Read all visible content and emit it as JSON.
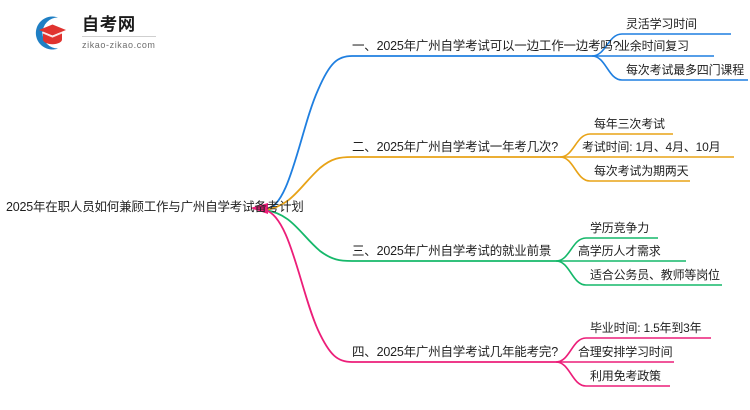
{
  "logo": {
    "title": "自考网",
    "domain": "zikao-zikao.com",
    "mark_icon": "graduation-cap-icon"
  },
  "mindmap": {
    "root": "2025年在职人员如何兼顾工作与广州自学考试备考计划",
    "colors": {
      "branch1": "#1f7fe0",
      "branch2": "#e8a317",
      "branch3": "#15b86a",
      "branch4": "#ec1e79"
    },
    "branches": [
      {
        "label": "一、2025年广州自学考试可以一边工作一边考吗?",
        "color": "#1f7fe0",
        "children": [
          "灵活学习时间",
          "业余时间复习",
          "每次考试最多四门课程"
        ]
      },
      {
        "label": "二、2025年广州自学考试一年考几次?",
        "color": "#e8a317",
        "children": [
          "每年三次考试",
          "考试时间: 1月、4月、10月",
          "每次考试为期两天"
        ]
      },
      {
        "label": "三、2025年广州自学考试的就业前景",
        "color": "#15b86a",
        "children": [
          "学历竞争力",
          "高学历人才需求",
          "适合公务员、教师等岗位"
        ]
      },
      {
        "label": "四、2025年广州自学考试几年能考完?",
        "color": "#ec1e79",
        "children": [
          "毕业时间: 1.5年到3年",
          "合理安排学习时间",
          "利用免考政策"
        ]
      }
    ]
  }
}
